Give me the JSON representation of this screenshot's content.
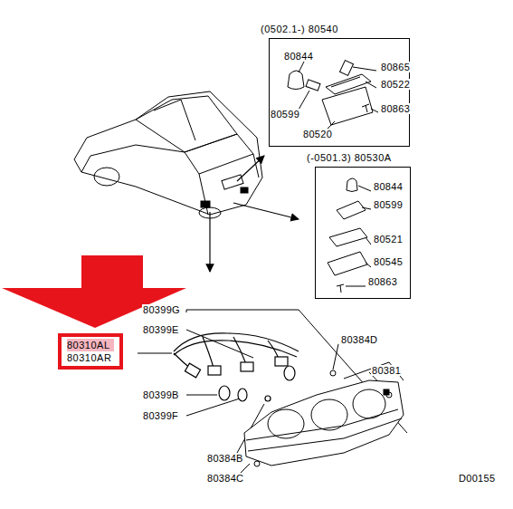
{
  "diagram": {
    "nodes": [
      {
        "text": [
          "(0502.1-) 80540"
        ]
      },
      {
        "text": [
          "(-0501.3) 80530A"
        ]
      },
      {
        "text": [
          "80310AL",
          "80310AR"
        ]
      }
    ],
    "labels": [
      "80844",
      "80865",
      "80522",
      "80599",
      "80863",
      "80520",
      "80844",
      "80599",
      "80521",
      "80545",
      "80863",
      "80399G",
      "80399E",
      "80399B",
      "80399F",
      "80384D",
      "80381",
      "80384B",
      "80384C",
      "D00155"
    ]
  }
}
